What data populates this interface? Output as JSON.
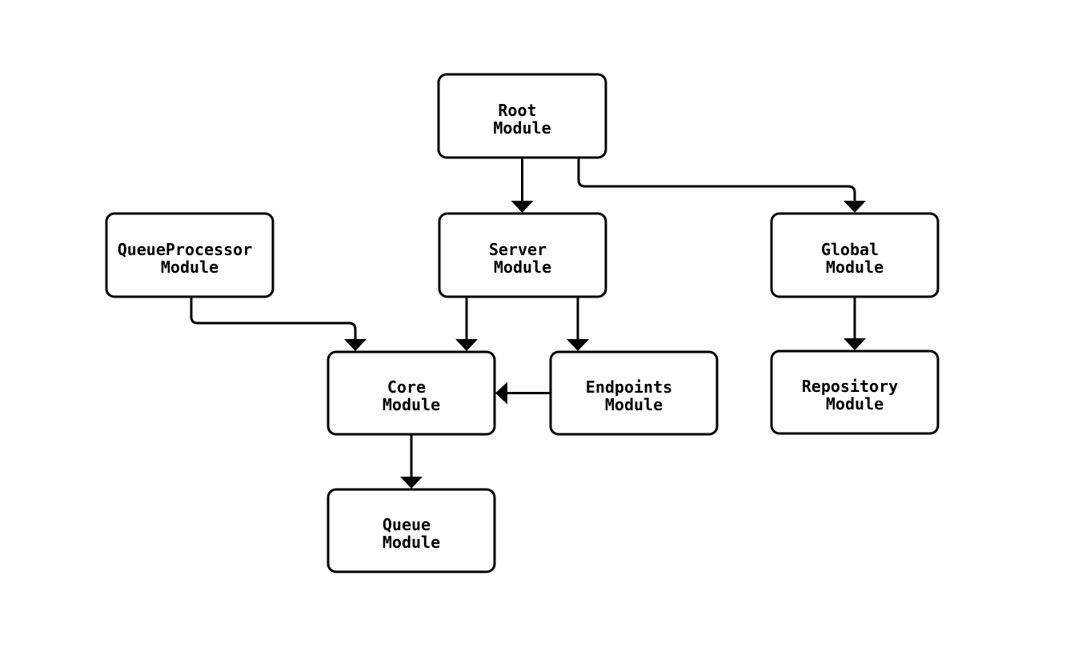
{
  "diagram": {
    "type": "module-dependency-flowchart",
    "colors": {
      "background": "#ffffff",
      "node_fill": "#ffffff",
      "node_border": "#000000",
      "text": "#000000",
      "edge": "#000000"
    },
    "nodes": {
      "root": {
        "label": "Root Module",
        "lines": [
          "Root",
          "Module"
        ]
      },
      "queueProcessor": {
        "label": "QueueProcessor Module",
        "lines": [
          "QueueProcessor",
          "Module"
        ]
      },
      "server": {
        "label": "Server Module",
        "lines": [
          "Server",
          "Module"
        ]
      },
      "global": {
        "label": "Global Module",
        "lines": [
          "Global",
          "Module"
        ]
      },
      "core": {
        "label": "Core Module",
        "lines": [
          "Core",
          "Module"
        ]
      },
      "endpoints": {
        "label": "Endpoints Module",
        "lines": [
          "Endpoints",
          "Module"
        ]
      },
      "repository": {
        "label": "Repository Module",
        "lines": [
          "Repository",
          "Module"
        ]
      },
      "queue": {
        "label": "Queue Module",
        "lines": [
          "Queue",
          "Module"
        ]
      }
    },
    "edges": [
      {
        "from": "Root Module",
        "to": "Server Module"
      },
      {
        "from": "Root Module",
        "to": "Global Module"
      },
      {
        "from": "QueueProcessor Module",
        "to": "Core Module"
      },
      {
        "from": "Server Module",
        "to": "Core Module"
      },
      {
        "from": "Server Module",
        "to": "Endpoints Module"
      },
      {
        "from": "Endpoints Module",
        "to": "Core Module"
      },
      {
        "from": "Global Module",
        "to": "Repository Module"
      },
      {
        "from": "Core Module",
        "to": "Queue Module"
      }
    ]
  }
}
